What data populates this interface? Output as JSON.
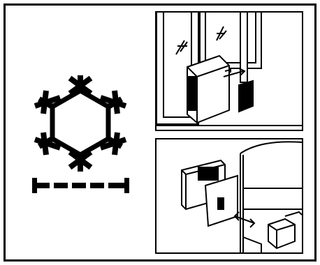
{
  "figure": {
    "symbol_icon": "frost-snowflake-icon",
    "insulation_icon": "insulation-bracket-icon",
    "colors": {
      "ink": "#000000",
      "background": "#ffffff"
    },
    "panels": [
      {
        "id": "top",
        "illustration": "window-air-conditioner-filter-removal"
      },
      {
        "id": "bottom",
        "illustration": "control-panel-and-filter-slide-in"
      }
    ]
  }
}
